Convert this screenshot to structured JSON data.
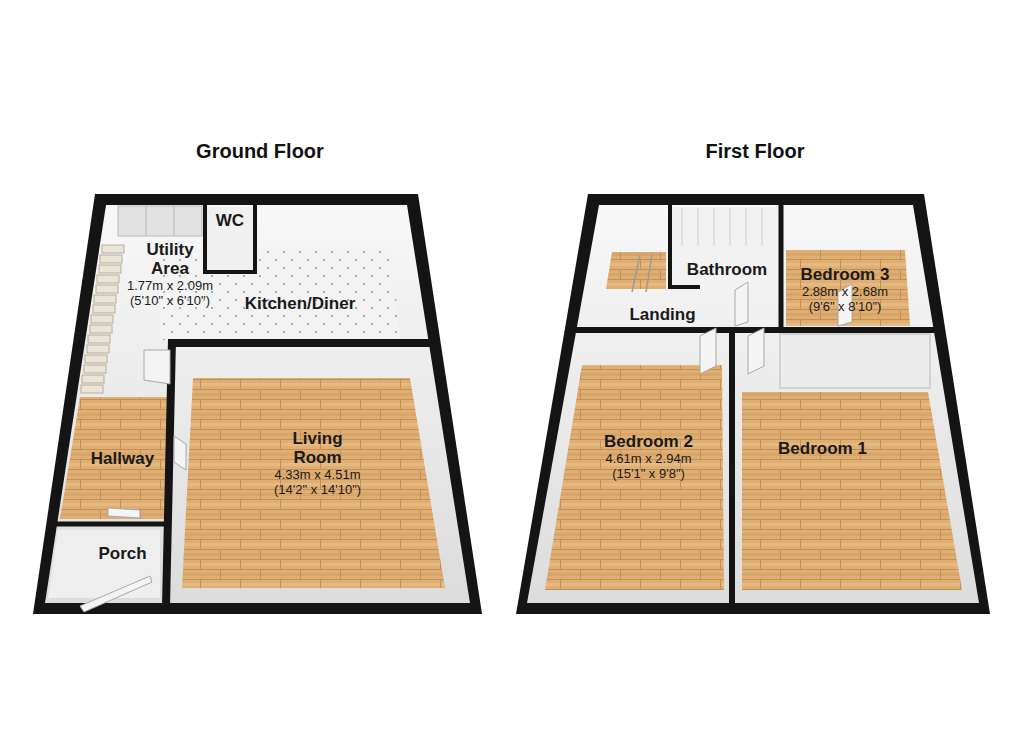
{
  "diagram": {
    "nodes": [
      {
        "text": [
          "Ground Floor"
        ]
      },
      {
        "text": [
          "Utility Area",
          "1.77m x 2.09m",
          "(5'10\" x 6'10\")"
        ],
        "in": 0
      },
      {
        "text": [
          "WC"
        ],
        "in": 0
      },
      {
        "text": [
          "Kitchen/Diner"
        ],
        "in": 0
      },
      {
        "text": [
          "Hallway"
        ],
        "in": 0
      },
      {
        "text": [
          "Living Room",
          "4.33m x 4.51m",
          "(14'2\" x 14'10\")"
        ],
        "in": 0
      },
      {
        "text": [
          "Porch"
        ],
        "in": 0
      },
      {
        "text": [
          "First Floor"
        ]
      },
      {
        "text": [
          "Bathroom"
        ],
        "in": 7
      },
      {
        "text": [
          "Bedroom 3",
          "2.88m x 2.68m",
          "(9'6\" x 8'10\")"
        ],
        "in": 7
      },
      {
        "text": [
          "Landing"
        ],
        "in": 7
      },
      {
        "text": [
          "Bedroom 2",
          "4.61m x 2.94m",
          "(15'1\" x 9'8\")"
        ],
        "in": 7
      },
      {
        "text": [
          "Bedroom 1"
        ],
        "in": 7
      }
    ]
  }
}
